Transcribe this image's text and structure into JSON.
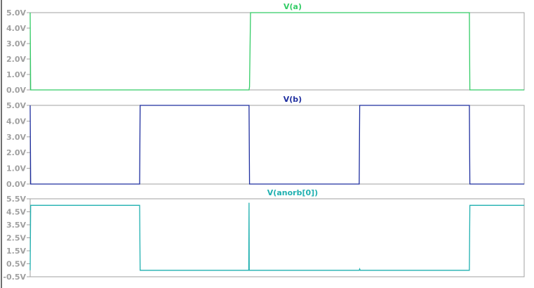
{
  "chart_data": [
    {
      "type": "line",
      "title": "V(a)",
      "color": "#33cc66",
      "ylim": [
        0,
        5
      ],
      "yticks": [
        "0.0V",
        "1.0V",
        "2.0V",
        "3.0V",
        "4.0V",
        "5.0V"
      ],
      "ytick_values": [
        0,
        1,
        2,
        3,
        4,
        5
      ],
      "xlim": [
        0,
        1
      ],
      "x": [
        0,
        0.001,
        0.443,
        0.444,
        0.446,
        0.889,
        0.89,
        1
      ],
      "y": [
        5,
        0,
        0,
        0.2,
        5,
        5,
        0,
        0
      ]
    },
    {
      "type": "line",
      "title": "V(b)",
      "color": "#1f2f9f",
      "ylim": [
        0,
        5
      ],
      "yticks": [
        "0.0V",
        "1.0V",
        "2.0V",
        "3.0V",
        "4.0V",
        "5.0V"
      ],
      "ytick_values": [
        0,
        1,
        2,
        3,
        4,
        5
      ],
      "xlim": [
        0,
        1
      ],
      "x": [
        0,
        0.001,
        0.2216,
        0.2226,
        0.443,
        0.444,
        0.666,
        0.667,
        0.889,
        0.89,
        1
      ],
      "y": [
        5,
        0,
        0,
        5,
        5,
        0,
        0,
        5,
        5,
        0,
        0
      ]
    },
    {
      "type": "line",
      "title": "V(anorb[0])",
      "color": "#20b0b0",
      "ylim": [
        -0.5,
        5.5
      ],
      "yticks": [
        "-0.5V",
        "0.5V",
        "1.5V",
        "2.5V",
        "3.5V",
        "4.5V",
        "5.5V"
      ],
      "ytick_values": [
        -0.5,
        0.5,
        1.5,
        2.5,
        3.5,
        4.5,
        5.5
      ],
      "xlim": [
        0,
        1
      ],
      "x": [
        0,
        0.001,
        0.2216,
        0.2226,
        0.4425,
        0.443,
        0.4435,
        0.666,
        0.667,
        0.668,
        0.889,
        0.89,
        1
      ],
      "y": [
        0,
        5,
        5,
        0,
        0,
        5.2,
        0,
        0,
        0.1,
        0,
        0,
        5,
        5
      ]
    }
  ]
}
